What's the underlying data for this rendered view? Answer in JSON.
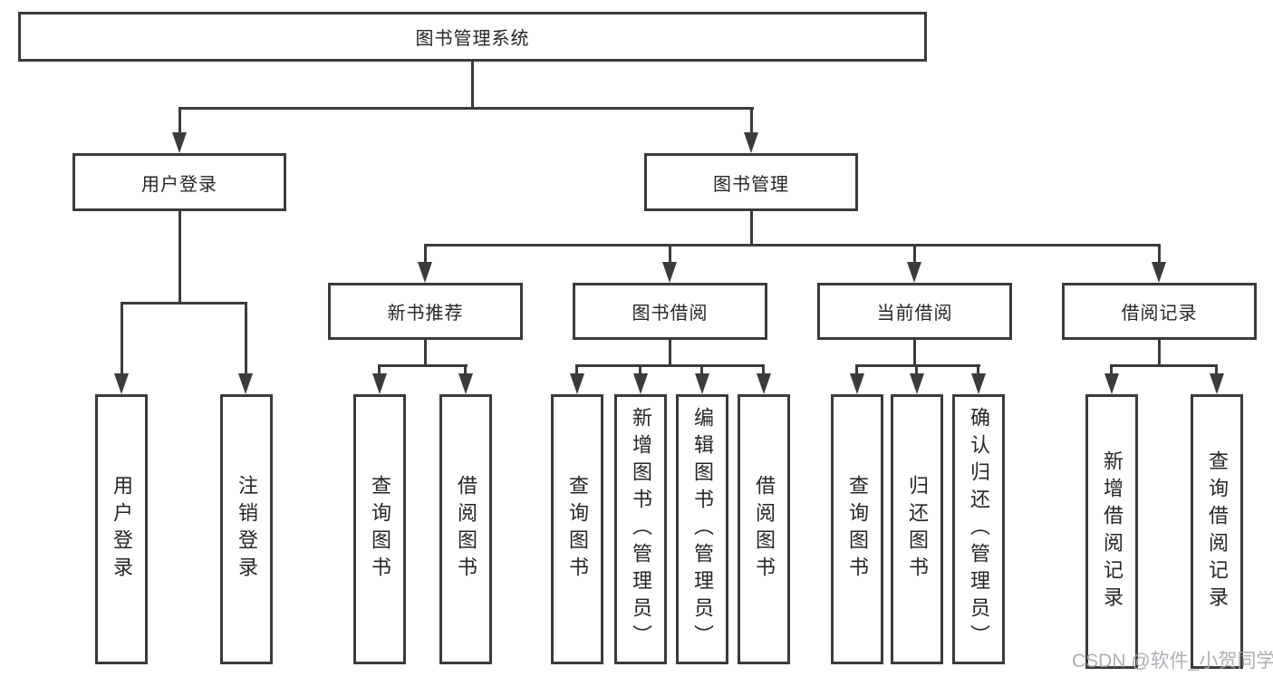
{
  "diagram": {
    "root": {
      "label": "图书管理系统"
    },
    "level2": [
      {
        "label": "用户登录"
      },
      {
        "label": "图书管理"
      }
    ],
    "level3": [
      {
        "label": "新书推荐"
      },
      {
        "label": "图书借阅"
      },
      {
        "label": "当前借阅"
      },
      {
        "label": "借阅记录"
      }
    ],
    "leaves": {
      "user_login": [
        {
          "label": "用户登录"
        },
        {
          "label": "注销登录"
        }
      ],
      "new_books": [
        {
          "label": "查询图书"
        },
        {
          "label": "借阅图书"
        }
      ],
      "book_borrow": [
        {
          "label": "查询图书"
        },
        {
          "label": "新增图书（管理员）"
        },
        {
          "label": "编辑图书（管理员）"
        },
        {
          "label": "借阅图书"
        }
      ],
      "current_borrow": [
        {
          "label": "查询图书"
        },
        {
          "label": "归还图书"
        },
        {
          "label": "确认归还（管理员）"
        }
      ],
      "borrow_records": [
        {
          "label": "新增借阅记录"
        },
        {
          "label": "查询借阅记录"
        }
      ]
    }
  },
  "watermark": {
    "text": "CSDN @软件_小贺同学"
  },
  "colors": {
    "line": "#3b3b3b",
    "text": "#262626",
    "background": "#ffffff",
    "watermark": "#a9a6af"
  }
}
